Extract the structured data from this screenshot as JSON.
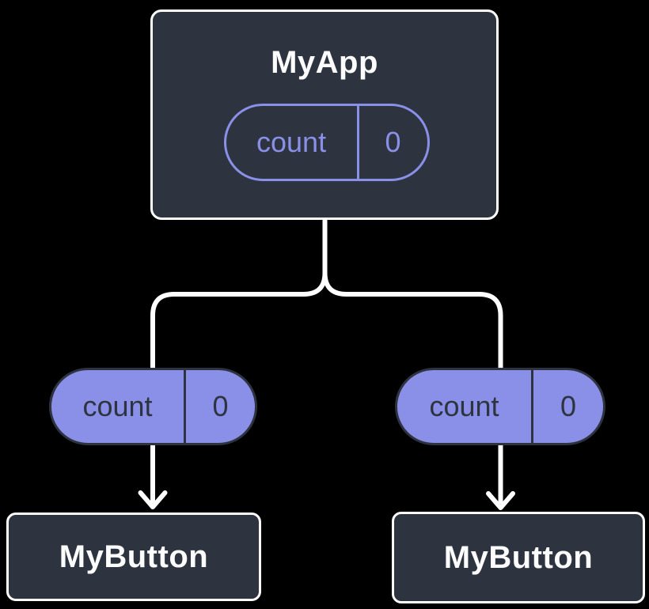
{
  "diagram": {
    "type": "component-tree",
    "colors": {
      "background": "#000000",
      "node_fill": "#2d3440",
      "node_border": "#ffffff",
      "accent_purple": "#8a8fe8",
      "text_light": "#fcfcfc",
      "text_dark": "#2d3440",
      "connector": "#ffffff"
    },
    "root": {
      "title": "MyApp",
      "state": {
        "name": "count",
        "value": "0"
      }
    },
    "children": [
      {
        "title": "MyButton",
        "prop": {
          "name": "count",
          "value": "0"
        }
      },
      {
        "title": "MyButton",
        "prop": {
          "name": "count",
          "value": "0"
        }
      }
    ]
  }
}
